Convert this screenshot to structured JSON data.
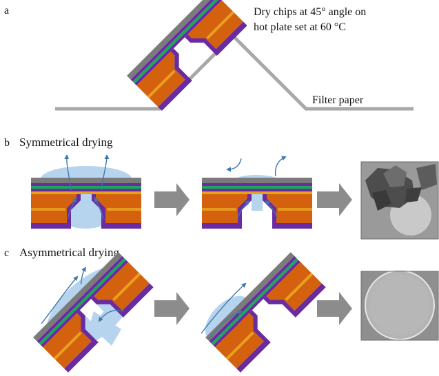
{
  "panels": {
    "a": {
      "letter": "a",
      "caption_line1": "Dry chips at 45° angle on",
      "caption_line2": "hot plate set at 60 °C",
      "paper_label": "Filter paper"
    },
    "b": {
      "letter": "b",
      "title": "Symmetrical drying"
    },
    "c": {
      "letter": "c",
      "title": "Asymmetrical drying"
    }
  },
  "colors": {
    "silicon": "#d4610e",
    "oxide": "#e8a020",
    "nitride": "#6a2aa0",
    "membrane": "#19a85a",
    "top_layer": "#7b7b7b",
    "paper": "#a8a8a8",
    "liquid": "#b7d4ee",
    "flow_arrow": "#3f77ad",
    "process_arrow": "#8c8c8c"
  },
  "icons": {
    "process_arrow": "thick-right-arrow-icon",
    "flow_arrow": "curved-flow-arrow-icon"
  }
}
